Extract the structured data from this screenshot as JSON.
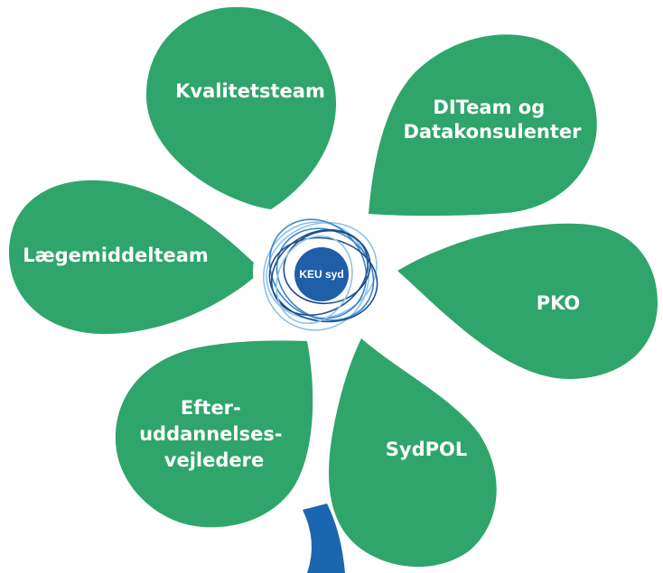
{
  "diagram": {
    "center": {
      "label": "KEU syd"
    },
    "petals": [
      {
        "id": "kvalitetsteam",
        "lines": [
          "Kvalitetsteam"
        ]
      },
      {
        "id": "diteam",
        "lines": [
          "DITeam og",
          "Datakonsulenter"
        ]
      },
      {
        "id": "laegemiddelteam",
        "lines": [
          "Lægemiddelteam"
        ]
      },
      {
        "id": "pko",
        "lines": [
          "PKO"
        ]
      },
      {
        "id": "efteruddannelse",
        "lines": [
          "Efter-",
          "uddannelses-",
          "vejledere"
        ]
      },
      {
        "id": "sydpol",
        "lines": [
          "SydPOL"
        ]
      }
    ]
  },
  "colors": {
    "petal": "#2fa56b",
    "stem": "#1a67b0",
    "center_core": "#1f5fa8",
    "ring_dark": "#1f4e8c",
    "ring_mid": "#3a86c8",
    "ring_light": "#8cc3ea",
    "background": "#ffffff"
  }
}
